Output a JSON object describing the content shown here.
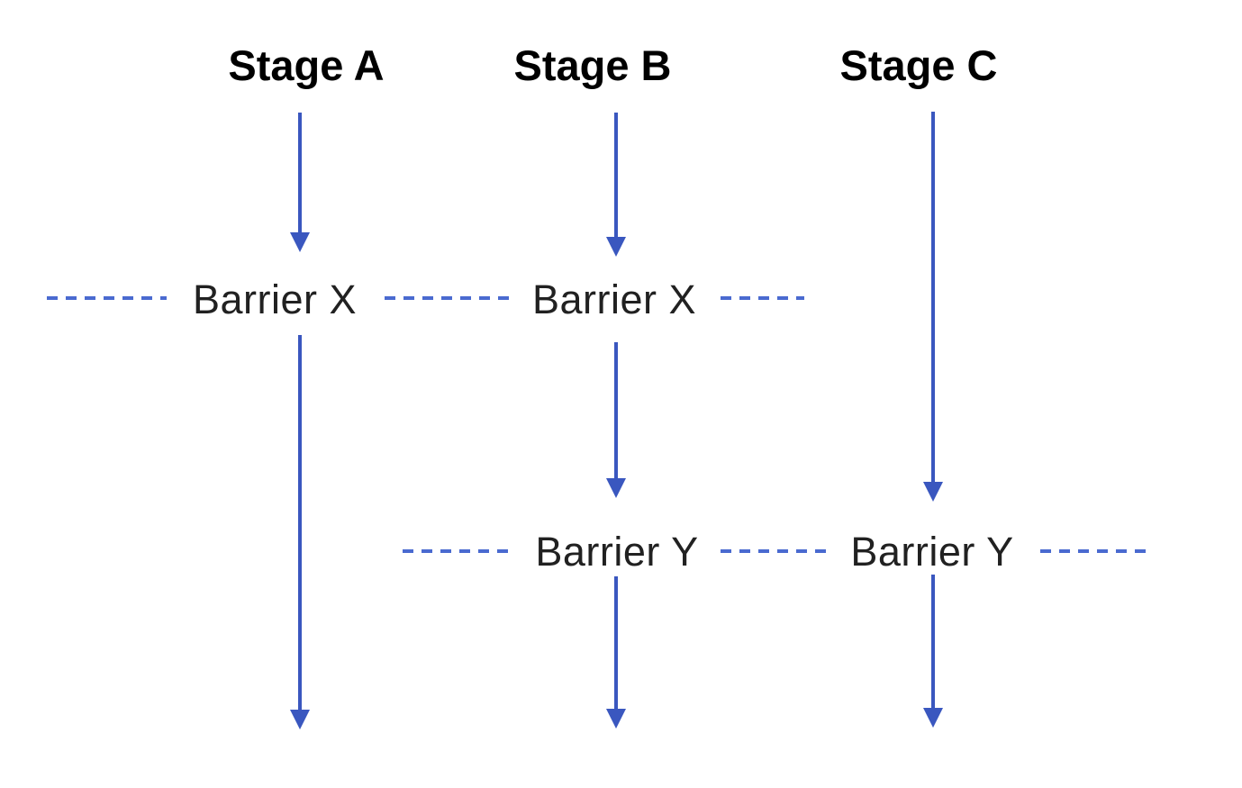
{
  "diagram": {
    "stages": [
      {
        "label": "Stage A"
      },
      {
        "label": "Stage B"
      },
      {
        "label": "Stage C"
      }
    ],
    "barriers": {
      "barrier_x_col_a": "Barrier X",
      "barrier_x_col_b": "Barrier X",
      "barrier_y_col_b": "Barrier Y",
      "barrier_y_col_c": "Barrier Y"
    },
    "colors": {
      "arrow": "#3a57bf",
      "dash": "#4a6ad0",
      "stage_text": "#000000",
      "barrier_text": "#212121",
      "background": "#ffffff"
    }
  }
}
